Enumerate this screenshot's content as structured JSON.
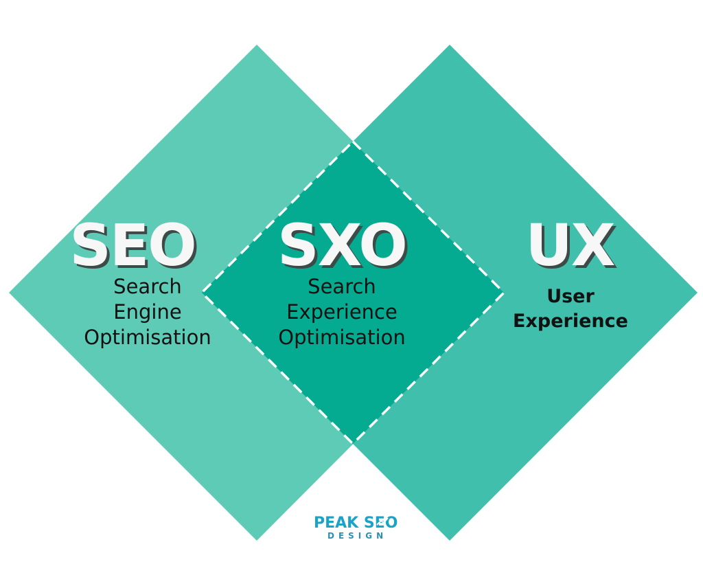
{
  "colors": {
    "background": "#ffffff",
    "seo_diamond": "#5ecbb7",
    "ux_diamond": "#40c0ac",
    "overlap": "#05ab90",
    "dashed_border": "#ffffff",
    "big_text": "#f7f7f7",
    "big_text_shadow": "#3c4a48",
    "sub_text": "#111111",
    "logo_primary": "#1aa3c5",
    "logo_secondary": "#2a8fb5"
  },
  "seo": {
    "title": "SEO",
    "lines": [
      "Search",
      "Engine",
      "Optimisation"
    ]
  },
  "sxo": {
    "title": "SXO",
    "lines": [
      "Search",
      "Experience",
      "Optimisation"
    ]
  },
  "ux": {
    "title": "UX",
    "lines": [
      "User",
      "Experience"
    ]
  },
  "logo": {
    "name_part1": "PEAK SE",
    "name_part2": "O",
    "tagline": "DESIGN",
    "icon": "peak-arrow-icon"
  }
}
